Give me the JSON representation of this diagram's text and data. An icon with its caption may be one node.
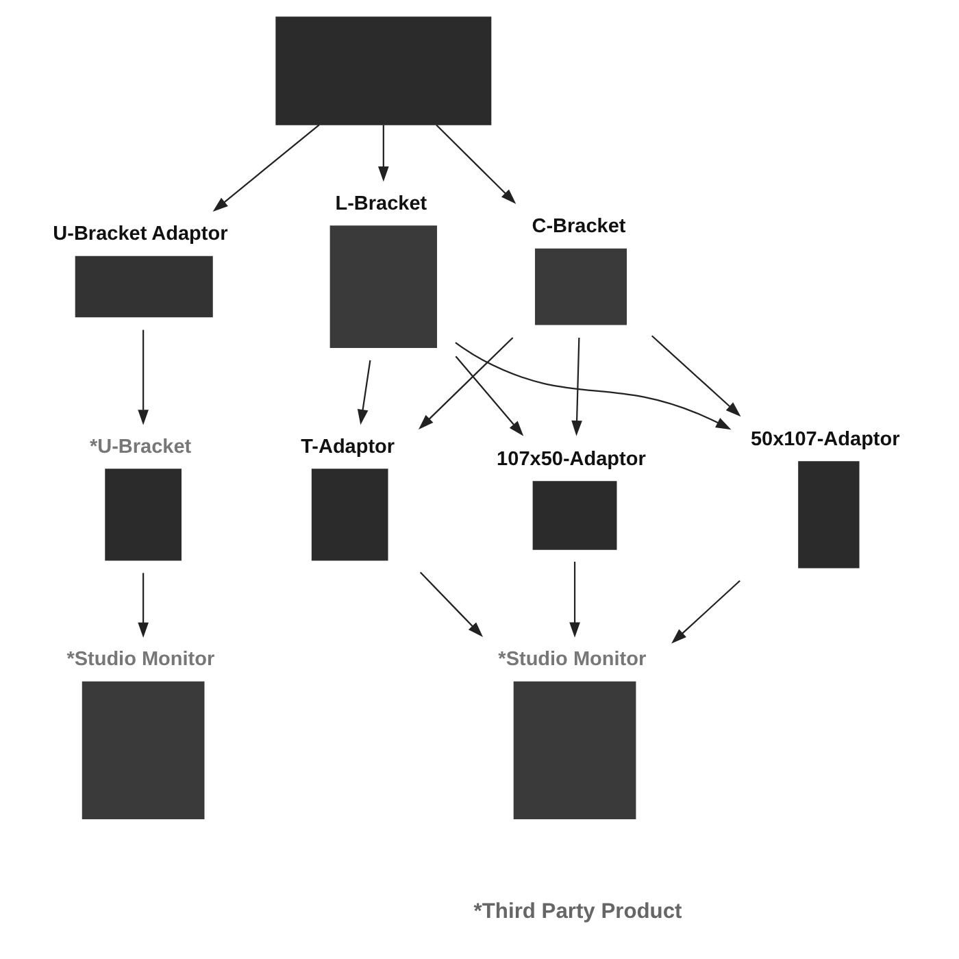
{
  "diagram": {
    "nodes": [
      {
        "text": [],
        "shape": "box"
      },
      {
        "text": [
          "U-Bracket Adaptor"
        ]
      },
      {
        "text": [
          "L-Bracket"
        ]
      },
      {
        "text": [
          "C-Bracket"
        ]
      },
      {
        "text": [
          "*U-Bracket"
        ]
      },
      {
        "text": [
          "T-Adaptor"
        ]
      },
      {
        "text": [
          "107x50-Adaptor"
        ]
      },
      {
        "text": [
          "50x107-Adaptor"
        ]
      },
      {
        "text": [
          "*Studio Monitor"
        ]
      },
      {
        "text": [
          "*Studio Monitor"
        ]
      }
    ],
    "edges": [
      {
        "from": 0,
        "to": 1,
        "arrow": "to"
      },
      {
        "from": 0,
        "to": 2,
        "arrow": "to"
      },
      {
        "from": 0,
        "to": 3,
        "arrow": "to"
      },
      {
        "from": 1,
        "to": 4,
        "arrow": "to"
      },
      {
        "from": 2,
        "to": 5,
        "arrow": "to"
      },
      {
        "from": 2,
        "to": 6,
        "arrow": "to"
      },
      {
        "from": 2,
        "to": 7,
        "arrow": "to"
      },
      {
        "from": 3,
        "to": 5,
        "arrow": "to"
      },
      {
        "from": 3,
        "to": 6,
        "arrow": "to"
      },
      {
        "from": 3,
        "to": 7,
        "arrow": "to"
      },
      {
        "from": 4,
        "to": 8,
        "arrow": "to"
      },
      {
        "from": 5,
        "to": 9,
        "arrow": "to"
      },
      {
        "from": 6,
        "to": 9,
        "arrow": "to"
      },
      {
        "from": 7,
        "to": 9,
        "arrow": "to"
      }
    ],
    "labels": [
      "*Third Party Product"
    ]
  }
}
